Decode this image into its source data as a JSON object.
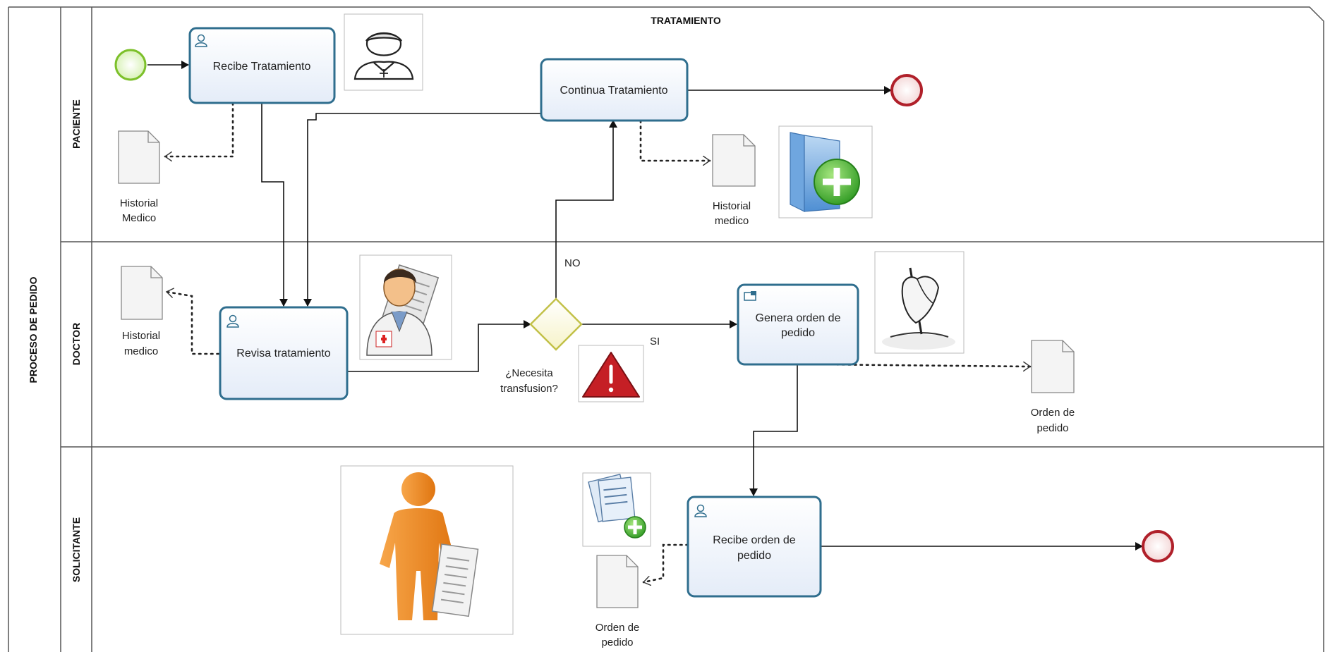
{
  "pool": {
    "label": "PROCESO DE PEDIDO",
    "title": "TRATAMIENTO"
  },
  "lanes": {
    "paciente": "PACIENTE",
    "doctor": "DOCTOR",
    "solicitante": "SOLICITANTE"
  },
  "tasks": {
    "recibe_tratamiento": "Recibe Tratamiento",
    "continua_tratamiento": "Continua Tratamiento",
    "revisa_tratamiento": "Revisa tratamiento",
    "genera_orden_l1": "Genera orden de",
    "genera_orden_l2": "pedido",
    "recibe_orden_l1": "Recibe orden de",
    "recibe_orden_l2": "pedido"
  },
  "gateway": {
    "question_l1": "¿Necesita",
    "question_l2": "transfusion?",
    "no_label": "NO",
    "si_label": "SI"
  },
  "documents": {
    "historial_paciente_l1": "Historial",
    "historial_paciente_l2": "Medico",
    "historial_continua_l1": "Historial",
    "historial_continua_l2": "medico",
    "historial_doctor_l1": "Historial",
    "historial_doctor_l2": "medico",
    "orden_doctor_l1": "Orden de",
    "orden_doctor_l2": "pedido",
    "orden_solicitante_l1": "Orden de",
    "orden_solicitante_l2": "pedido"
  },
  "colors": {
    "task_border": "#2f6e8e",
    "task_fill": "#eef3fb",
    "start_event": "#8fcf3a",
    "end_event": "#b0202a",
    "gateway": "#c9c84a",
    "lane_line": "#555555"
  }
}
